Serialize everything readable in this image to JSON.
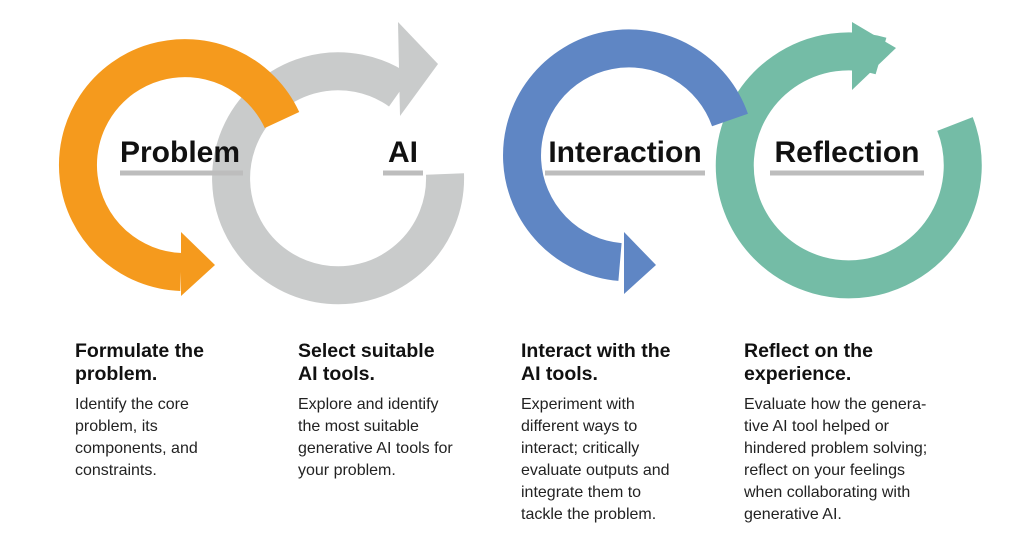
{
  "stages": [
    {
      "id": "problem",
      "label": "Problem",
      "color": "#F59A1D",
      "heading": "Formulate the\nproblem.",
      "body": "Identify the core\nproblem, its\ncomponents, and\nconstraints."
    },
    {
      "id": "ai",
      "label": "AI",
      "color": "#C9CBCB",
      "heading": "Select suitable\nAI tools.",
      "body": "Explore and identify\nthe most suitable\ngenerative AI tools for\nyour problem."
    },
    {
      "id": "interaction",
      "label": "Interaction",
      "color": "#5F86C4",
      "heading": "Interact with the\nAI tools.",
      "body": "Experiment with\ndifferent ways to\ninteract; critically\nevaluate outputs and\nintegrate them to\ntackle the problem."
    },
    {
      "id": "reflection",
      "label": "Reflection",
      "color": "#74BCA6",
      "heading": "Reflect on the\nexperience.",
      "body": "Evaluate how the genera-\ntive AI tool helped or\nhindered problem solving;\nreflect on your feelings\nwhen collaborating with\ngenerative AI."
    }
  ],
  "underline_color": "#BDBDBD"
}
